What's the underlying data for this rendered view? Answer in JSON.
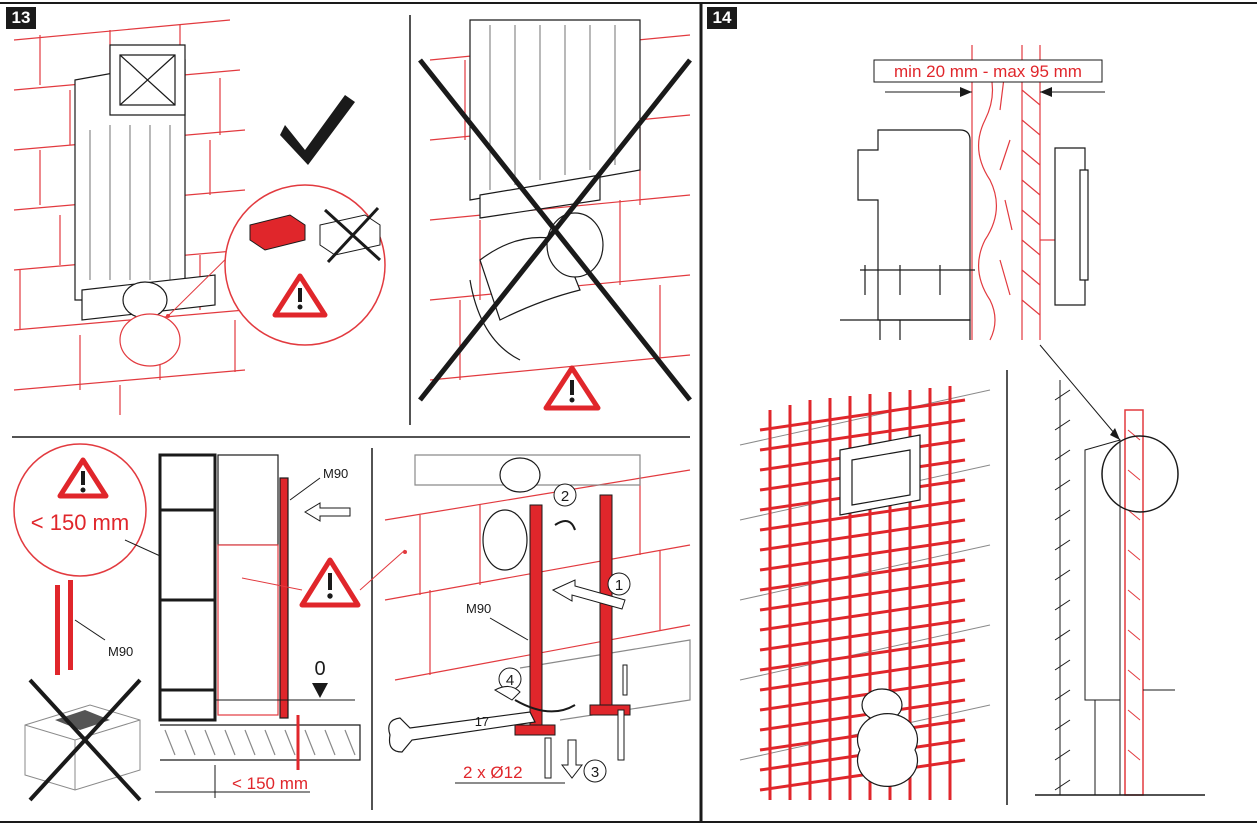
{
  "colors": {
    "accent_red": "#e0262b",
    "line_dark": "#1a1a1a",
    "line_gray": "#8a8a8a",
    "brick_red": "#e23a3f",
    "warning_fill": "#ffffff"
  },
  "step13": {
    "badge": "13",
    "rail_label_top": "M90",
    "rail_label_left": "M90",
    "rail_label_right": "M90",
    "distance_label_circle": "< 150 mm",
    "distance_label_bottom": "< 150 mm",
    "level_label": "0",
    "anchor_label": "2 x Ø12",
    "wrench_size": "17",
    "step_numbers": [
      "1",
      "2",
      "3",
      "4"
    ],
    "icons": [
      "check-mark-icon",
      "warning-triangle-icon",
      "cross-out-icon",
      "wrench-icon",
      "arrow-icon"
    ]
  },
  "step14": {
    "badge": "14",
    "dimension_label": "min 20 mm - max 95 mm"
  }
}
